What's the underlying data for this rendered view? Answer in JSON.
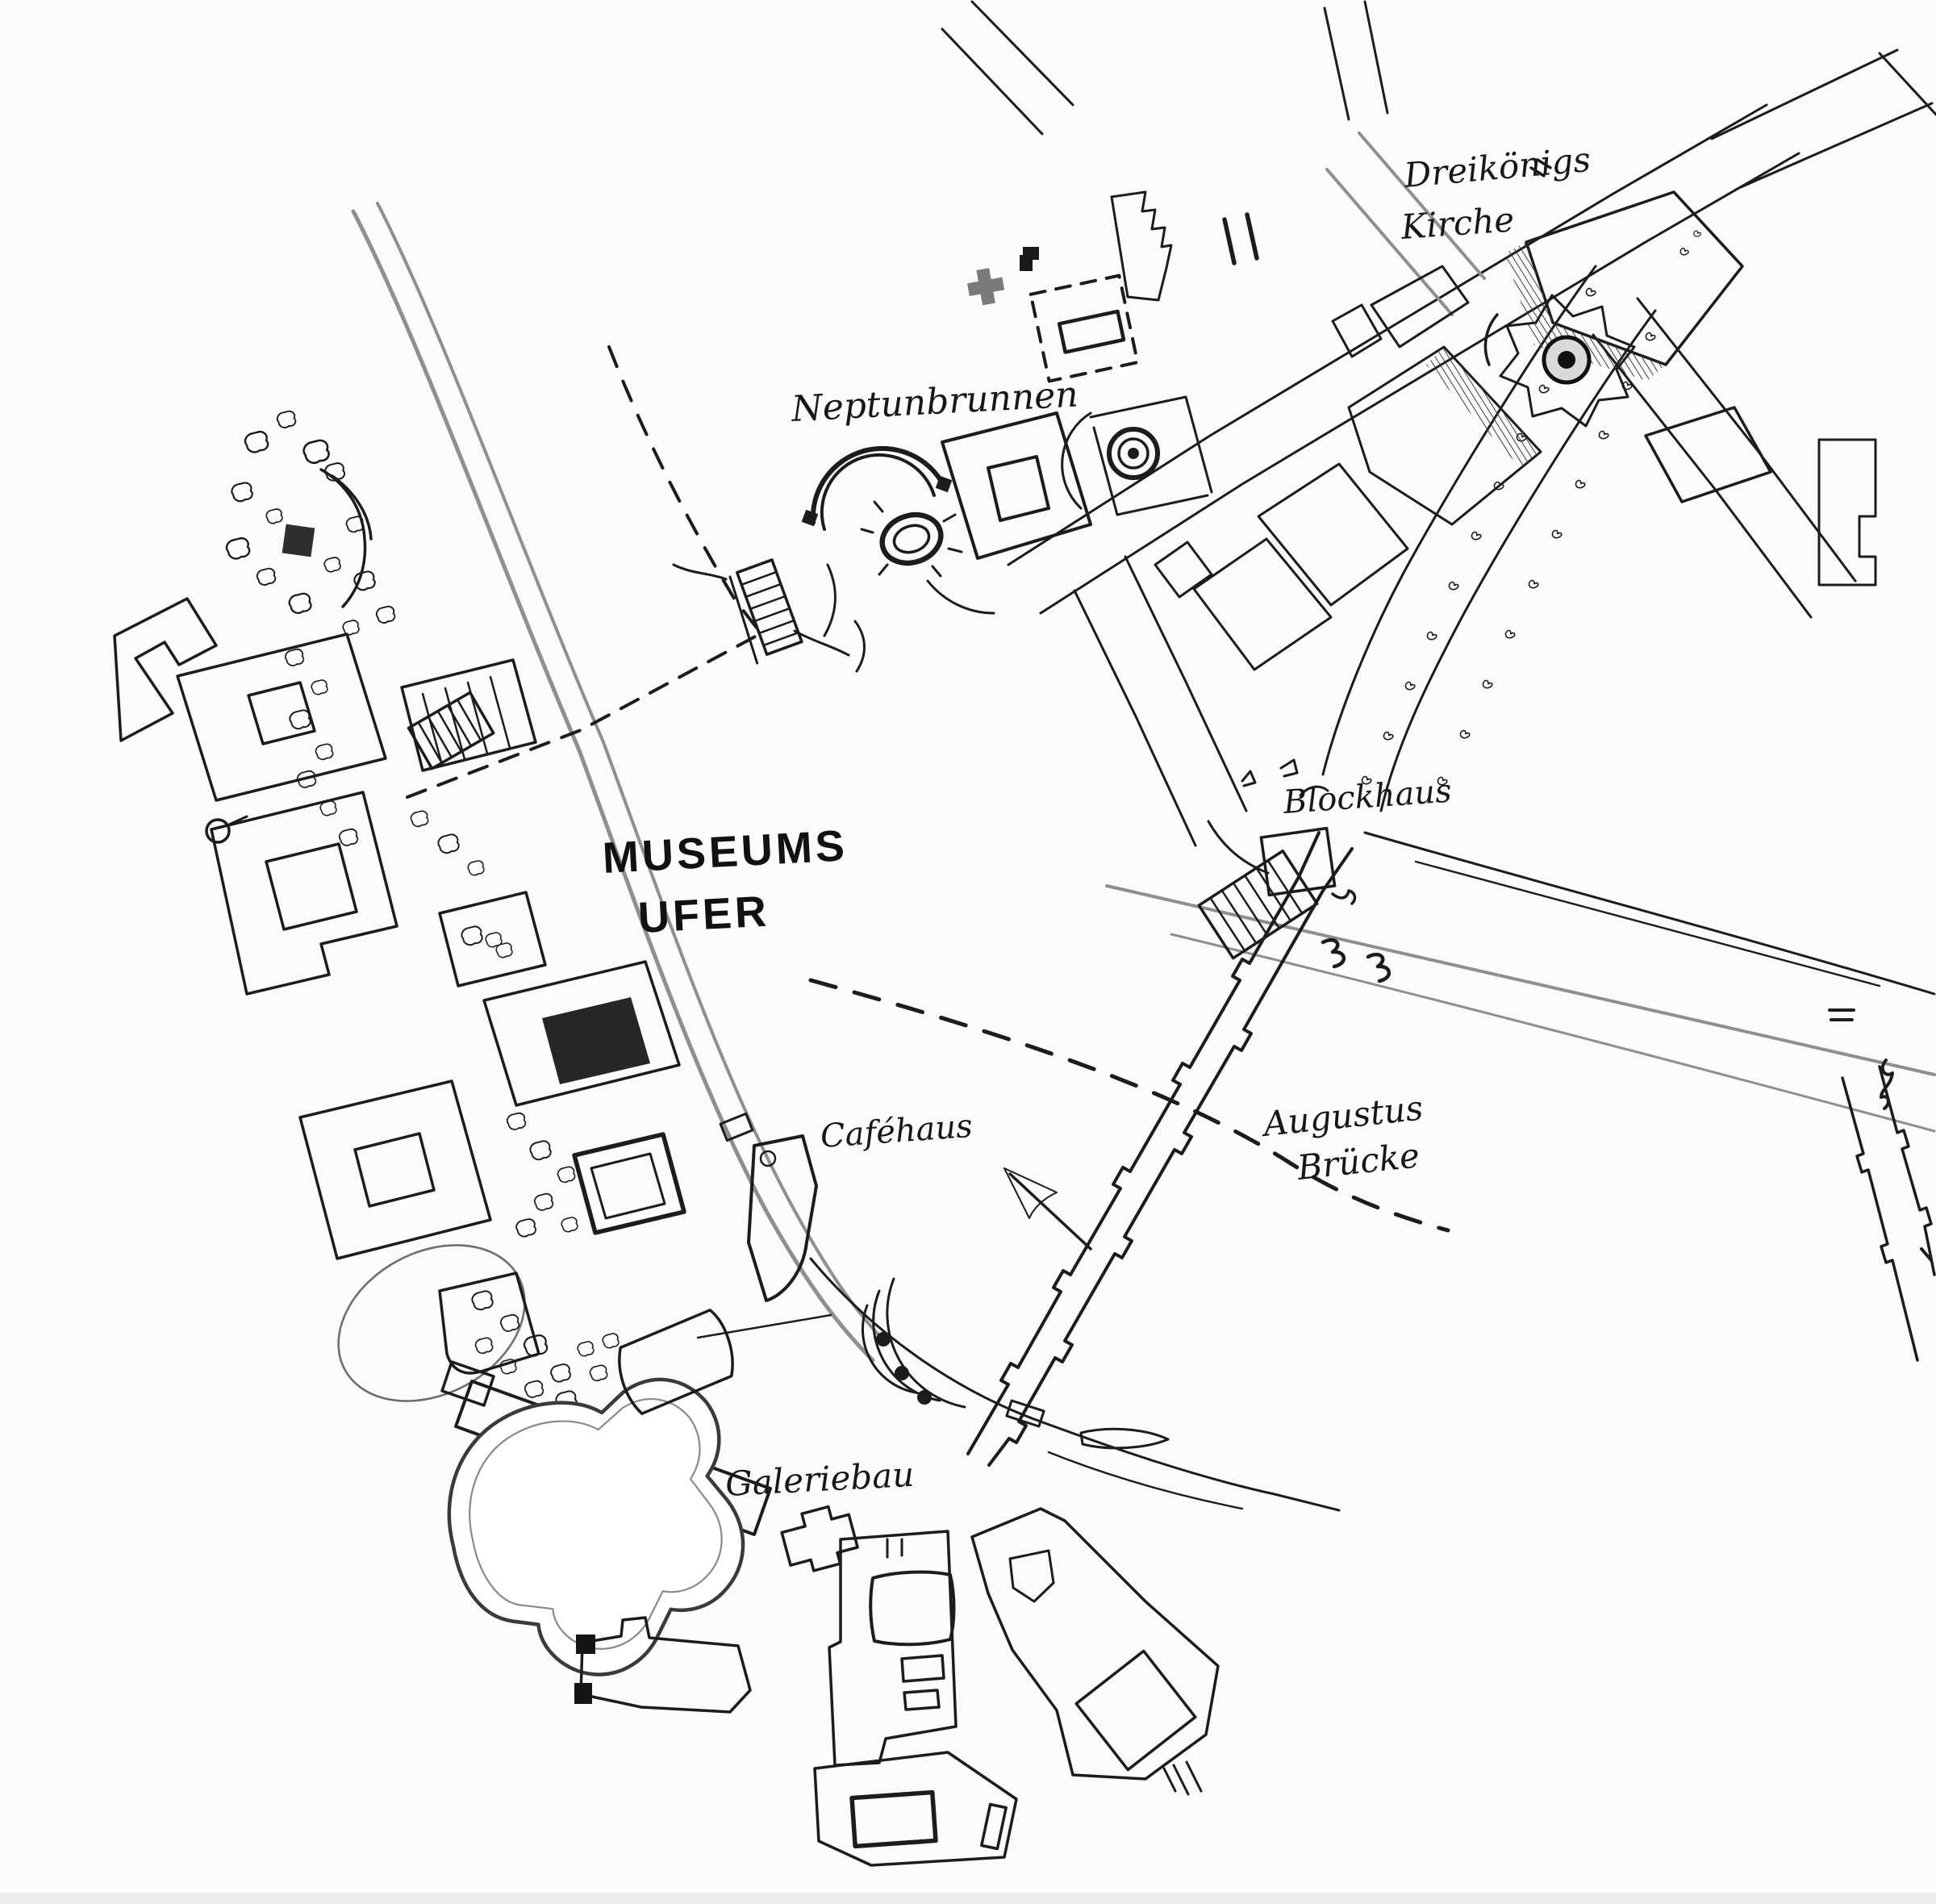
{
  "map": {
    "description": "Hand-drawn ink sketch map of the Dresden Elbe riverfront",
    "labels": {
      "dreikoenigskirche_line1": "Dreikönigs",
      "dreikoenigskirche_line2": "Kirche",
      "neptunbrunnen": "Neptunbrunnen",
      "museumsufer_line1": "MUSEUMS",
      "museumsufer_line2": "UFER",
      "blockhaus": "Blockhaus",
      "cafehaus": "Caféhaus",
      "augustusbruecke_line1": "Augustus",
      "augustusbruecke_line2": "Brücke",
      "galeriebau": "Galeriebau"
    },
    "colors": {
      "paper": "#fbfbf9",
      "ink": "#1c1c1c",
      "pencil": "#8f8f8f",
      "hatch_dark": "#4f4f4f"
    }
  }
}
